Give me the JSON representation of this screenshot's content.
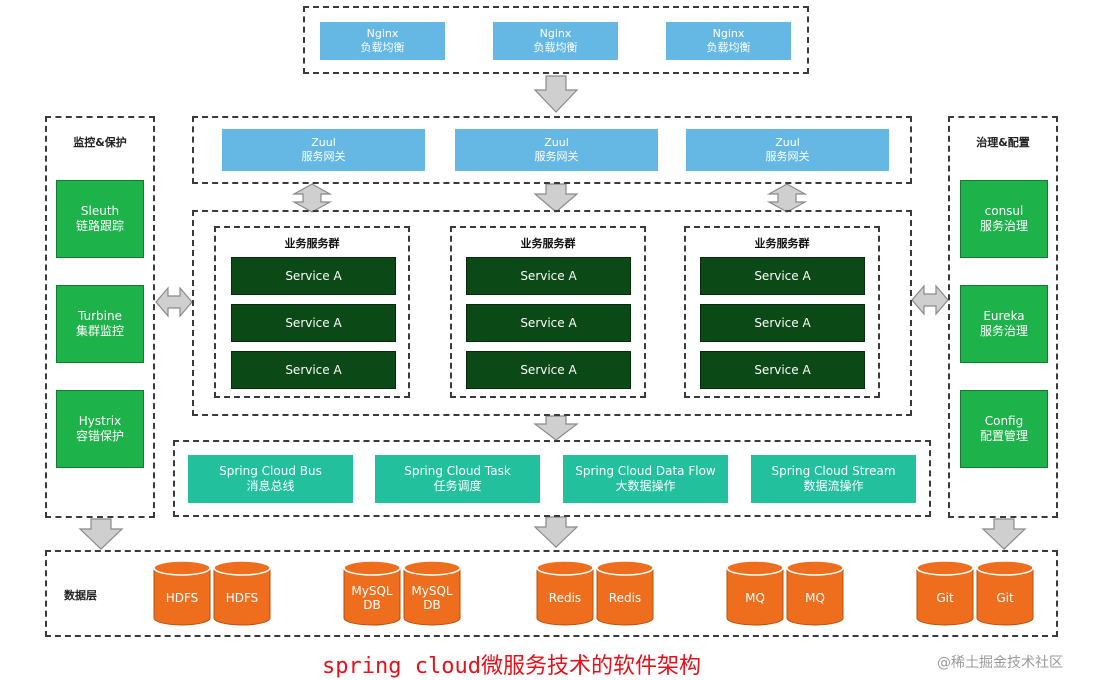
{
  "colors": {
    "nginx": "#65b8e4",
    "side_green": "#1db34a",
    "service": "#0b4a16",
    "spring": "#23c09e",
    "storage": "#ee6e1e",
    "caption": "#e8101a",
    "arrow": "#cfcfcf"
  },
  "nginx": [
    {
      "line1": "Nginx",
      "line2": "负载均衡"
    },
    {
      "line1": "Nginx",
      "line2": "负载均衡"
    },
    {
      "line1": "Nginx",
      "line2": "负载均衡"
    }
  ],
  "zuul": [
    {
      "line1": "Zuul",
      "line2": "服务网关"
    },
    {
      "line1": "Zuul",
      "line2": "服务网关"
    },
    {
      "line1": "Zuul",
      "line2": "服务网关"
    }
  ],
  "monitor": {
    "title": "监控&保护",
    "items": [
      {
        "line1": "Sleuth",
        "line2": "链路跟踪"
      },
      {
        "line1": "Turbine",
        "line2": "集群监控"
      },
      {
        "line1": "Hystrix",
        "line2": "容错保护"
      }
    ]
  },
  "governance": {
    "title": "治理&配置",
    "items": [
      {
        "line1": "consul",
        "line2": "服务治理"
      },
      {
        "line1": "Eureka",
        "line2": "服务治理"
      },
      {
        "line1": "Config",
        "line2": "配置管理"
      }
    ]
  },
  "clusters": [
    {
      "title": "业务服务群",
      "services": [
        "Service A",
        "Service A",
        "Service A"
      ]
    },
    {
      "title": "业务服务群",
      "services": [
        "Service A",
        "Service A",
        "Service A"
      ]
    },
    {
      "title": "业务服务群",
      "services": [
        "Service A",
        "Service A",
        "Service A"
      ]
    }
  ],
  "spring": [
    {
      "line1": "Spring Cloud Bus",
      "line2": "消息总线"
    },
    {
      "line1": "Spring Cloud Task",
      "line2": "任务调度"
    },
    {
      "line1": "Spring Cloud Data Flow",
      "line2": "大数据操作"
    },
    {
      "line1": "Spring Cloud Stream",
      "line2": "数据流操作"
    }
  ],
  "data_layer": {
    "title": "数据层",
    "groups": [
      [
        {
          "line1": "HDFS",
          "line2": ""
        },
        {
          "line1": "HDFS",
          "line2": ""
        }
      ],
      [
        {
          "line1": "MySQL",
          "line2": "DB"
        },
        {
          "line1": "MySQL",
          "line2": "DB"
        }
      ],
      [
        {
          "line1": "Redis",
          "line2": ""
        },
        {
          "line1": "Redis",
          "line2": ""
        }
      ],
      [
        {
          "line1": "MQ",
          "line2": ""
        },
        {
          "line1": "MQ",
          "line2": ""
        }
      ],
      [
        {
          "line1": "Git",
          "line2": ""
        },
        {
          "line1": "Git",
          "line2": ""
        }
      ]
    ]
  },
  "caption": "spring cloud微服务技术的软件架构",
  "watermark": "@稀土掘金技术社区"
}
